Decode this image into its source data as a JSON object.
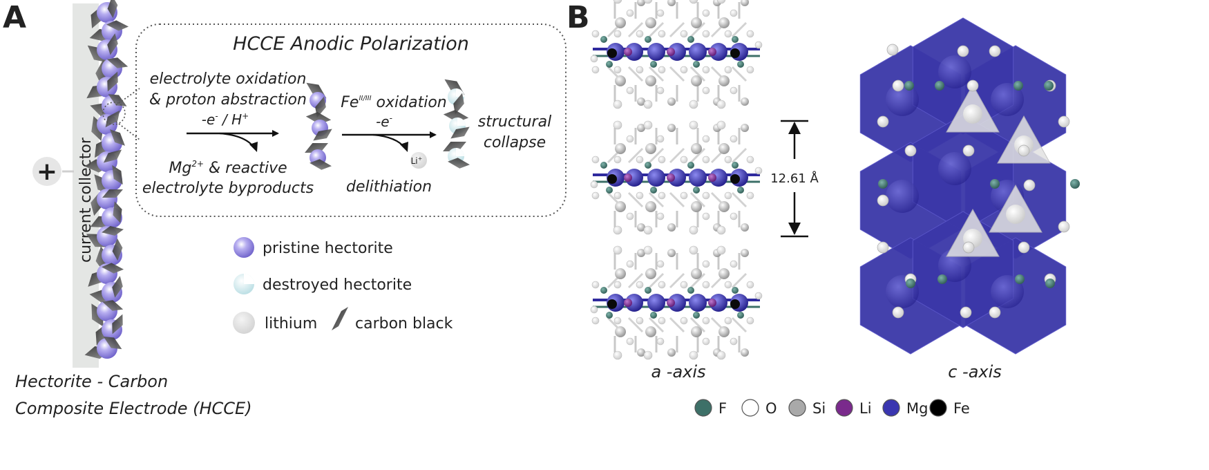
{
  "panel_a": {
    "letter": "A",
    "current_collector_label": "current collector",
    "plus_symbol": "+",
    "box_title": "HCCE Anodic Polarization",
    "step1": {
      "line1": "electrolyte oxidation",
      "line2": "& proton abstraction",
      "arrow_label_a": "-e",
      "arrow_label_sup": "-",
      "arrow_label_b": " / H",
      "arrow_label_sup2": "+",
      "byproduct_line1": "Mg",
      "byproduct_sup": "2+",
      "byproduct_line1_rest": " & reactive",
      "byproduct_line2": "electrolyte byproducts"
    },
    "step2": {
      "fe_base": "Fe",
      "fe_sup": "II/III",
      "fe_rest": " oxidation",
      "arrow_label_a": "-e",
      "arrow_label_sup": "-",
      "li_badge": "Li",
      "li_sup": "+",
      "below": "delithiation"
    },
    "result_line1": "structural",
    "result_line2": "collapse",
    "legend": {
      "pristine": "pristine hectorite",
      "destroyed": "destroyed hectorite",
      "lithium": "lithium",
      "carbon": "carbon black"
    },
    "caption_line1": "Hectorite - Carbon",
    "caption_line2": "Composite Electrode (HCCE)"
  },
  "panel_b": {
    "letter": "B",
    "spacing_label": "12.61 Å",
    "a_axis_label": "a -axis",
    "c_axis_label": "c -axis",
    "legend": [
      {
        "symbol": "F",
        "color": "#3d7068"
      },
      {
        "symbol": "O",
        "color": "#ffffff"
      },
      {
        "symbol": "Si",
        "color": "#a9a9a9"
      },
      {
        "symbol": "Li",
        "color": "#7a2a8c"
      },
      {
        "symbol": "Mg",
        "color": "#3a36b0"
      },
      {
        "symbol": "Fe",
        "color": "#000000"
      }
    ]
  },
  "colors": {
    "pristine": "#8a7fd8",
    "destroyed": "#cfe6ea",
    "carbon": "#555555",
    "collector": "#e4e6e4",
    "mg_poly": "#3b37a8",
    "si_tetra": "#d8d8d8"
  }
}
